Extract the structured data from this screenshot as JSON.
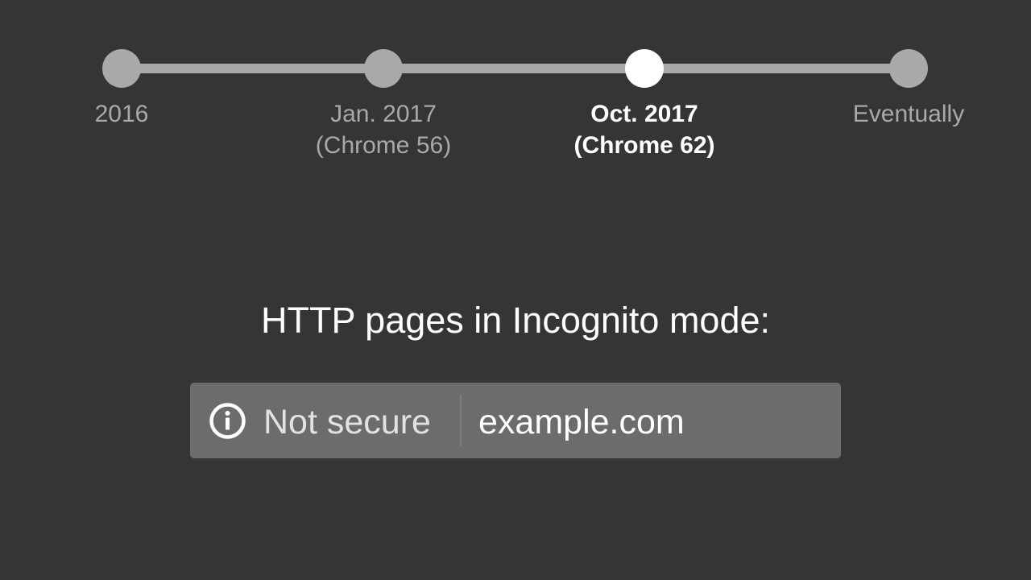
{
  "timeline": {
    "milestones": [
      {
        "line1": "2016",
        "line2": "",
        "active": false
      },
      {
        "line1": "Jan. 2017",
        "line2": "(Chrome 56)",
        "active": false
      },
      {
        "line1": "Oct. 2017",
        "line2": "(Chrome 62)",
        "active": true
      },
      {
        "line1": "Eventually",
        "line2": "",
        "active": false
      }
    ]
  },
  "heading": "HTTP pages in Incognito mode:",
  "omnibox": {
    "icon": "info-icon",
    "security_label": "Not secure",
    "url": "example.com"
  },
  "colors": {
    "background": "#353535",
    "inactive": "#a9a9a9",
    "active": "#ffffff",
    "omnibox": "#6c6d6b"
  }
}
